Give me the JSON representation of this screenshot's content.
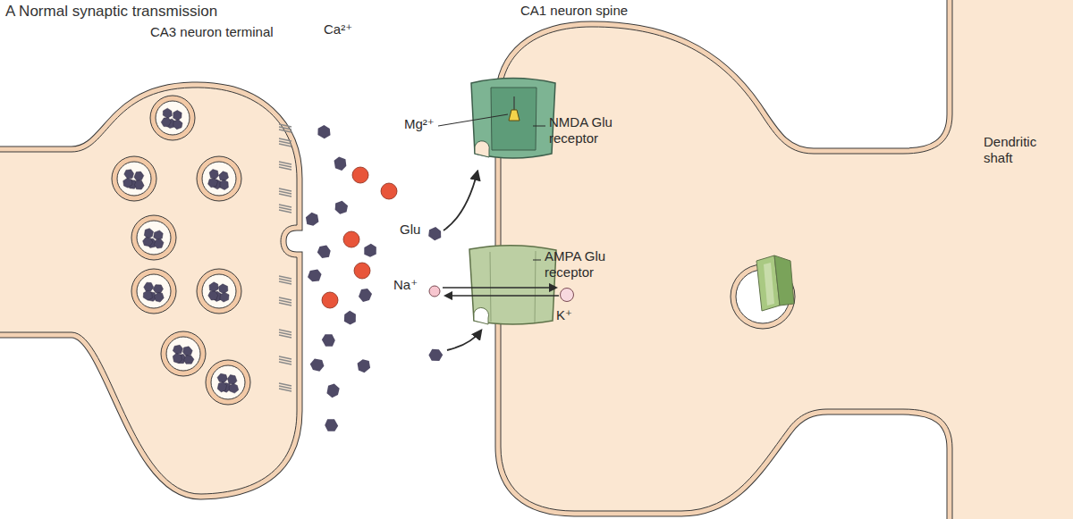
{
  "diagram": {
    "title": "A Normal synaptic transmission",
    "labels": [
      "CA3 neuron terminal",
      "CA1 neuron spine",
      "Dendritic shaft",
      "Ca²⁺",
      "Mg²⁺",
      "NMDA Glu receptor",
      "Glu",
      "AMPA Glu receptor",
      "Na⁺",
      "K⁺"
    ]
  }
}
